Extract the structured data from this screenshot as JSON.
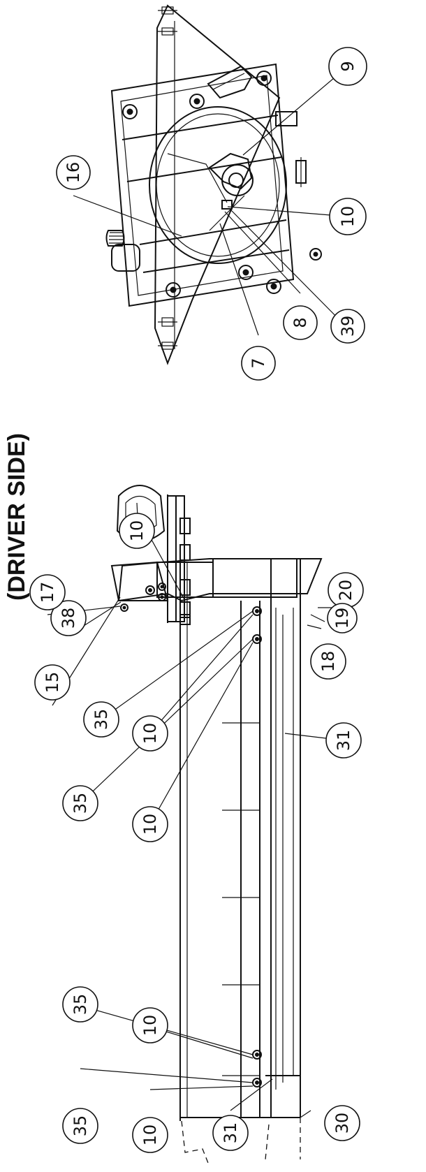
{
  "view_title": "(DRIVER SIDE)",
  "callouts": [
    {
      "id": "c16",
      "label": "16"
    },
    {
      "id": "c9",
      "label": "9"
    },
    {
      "id": "c10a",
      "label": "10"
    },
    {
      "id": "c39",
      "label": "39"
    },
    {
      "id": "c8",
      "label": "8"
    },
    {
      "id": "c7",
      "label": "7"
    },
    {
      "id": "c10b",
      "label": "10"
    },
    {
      "id": "c38",
      "label": "38"
    },
    {
      "id": "c17",
      "label": "17"
    },
    {
      "id": "c15",
      "label": "15"
    },
    {
      "id": "c20",
      "label": "20"
    },
    {
      "id": "c19",
      "label": "19"
    },
    {
      "id": "c18",
      "label": "18"
    },
    {
      "id": "c35a",
      "label": "35"
    },
    {
      "id": "c10c",
      "label": "10"
    },
    {
      "id": "c35b",
      "label": "35"
    },
    {
      "id": "c10d",
      "label": "10"
    },
    {
      "id": "c31a",
      "label": "31"
    },
    {
      "id": "c35c",
      "label": "35"
    },
    {
      "id": "c10e",
      "label": "10"
    },
    {
      "id": "c35d",
      "label": "35"
    },
    {
      "id": "c10f",
      "label": "10"
    },
    {
      "id": "c31b",
      "label": "31"
    },
    {
      "id": "c30",
      "label": "30"
    }
  ]
}
